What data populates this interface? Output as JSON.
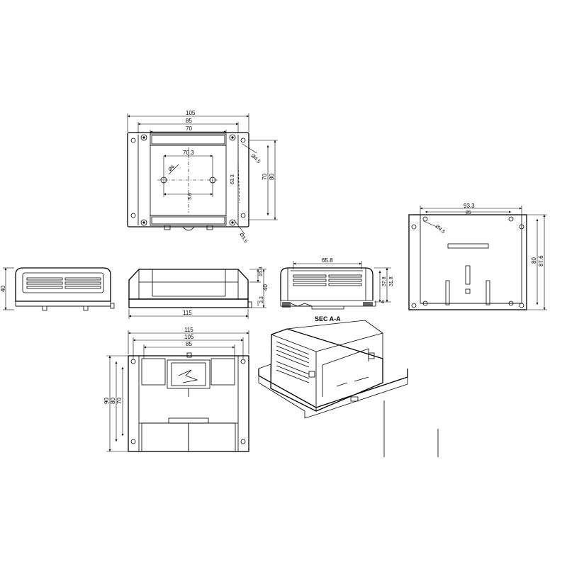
{
  "top_view": {
    "dim_overall_width": "105",
    "dim_inner_width": "85",
    "dim_slot_width": "70",
    "dim_hole_spacing": "70.3",
    "dim_hole_dia": "Ø6",
    "dim_hole_offset": "Ø4.5",
    "dim_height_inner": "70",
    "dim_height_outer": "80",
    "dim_center_h": "63.3",
    "dim_small": "3.6",
    "dim_corner_hole": "Ø3.5"
  },
  "left_view": {
    "dim_height": "40"
  },
  "front_view": {
    "dim_top": "15.3",
    "dim_height": "40",
    "dim_rail": "3.3",
    "dim_length": "115"
  },
  "section_view": {
    "dim_width": "65.8",
    "dim_h1": "37.8",
    "dim_h2": "31.8",
    "dim_small": "4",
    "label": "SEC A-A"
  },
  "right_view": {
    "dim_width_outer": "93.3",
    "dim_width_inner": "85",
    "dim_hole": "Ø4.5",
    "dim_height": "80",
    "dim_height_outer": "87.6"
  },
  "bottom_view": {
    "dim_overall": "115",
    "dim_mid": "105",
    "dim_inner": "85",
    "dim_h_outer": "90",
    "dim_h_mid": "80",
    "dim_h_inner": "70"
  },
  "colors": {
    "line": "#000000",
    "background": "#ffffff"
  }
}
